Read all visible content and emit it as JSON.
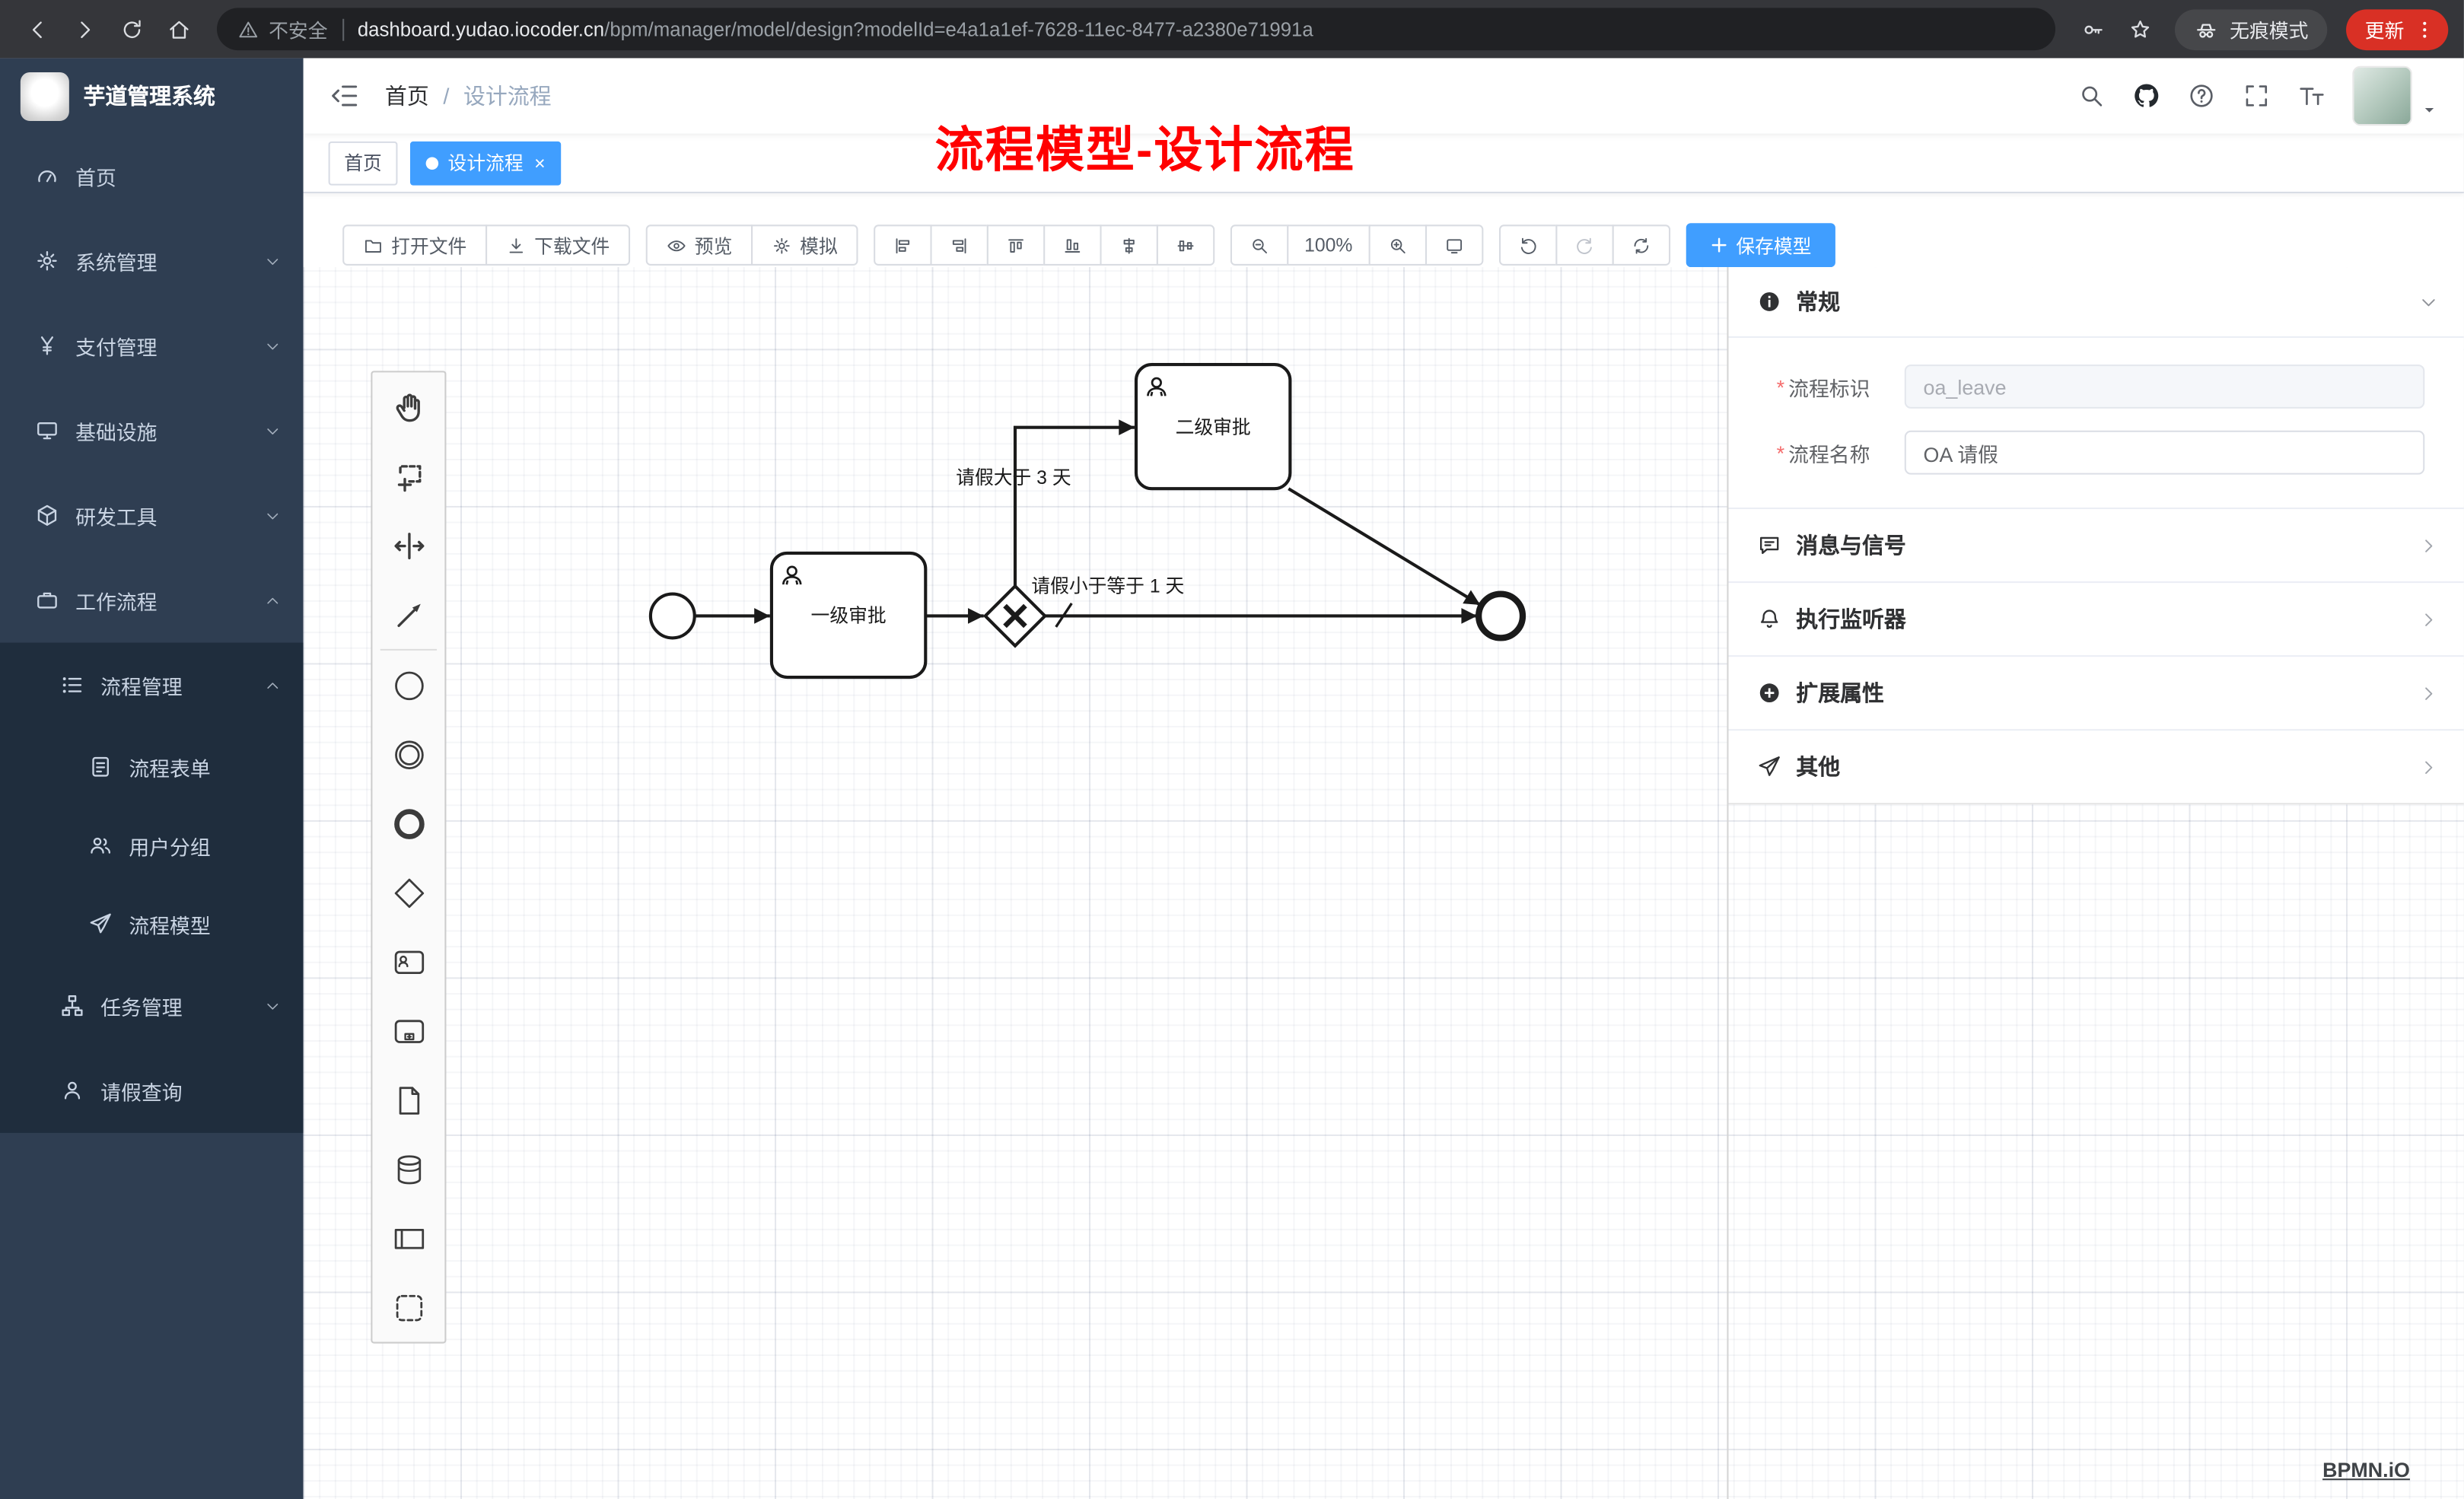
{
  "browser": {
    "security_label": "不安全",
    "url_domain": "dashboard.yudao.iocoder.cn",
    "url_path": "/bpm/manager/model/design?modelId=e4a1a1ef-7628-11ec-8477-a2380e71991a",
    "incognito_label": "无痕模式",
    "update_label": "更新"
  },
  "sidebar": {
    "app_title": "芋道管理系统",
    "menu": {
      "home": "首页",
      "system": "系统管理",
      "payment": "支付管理",
      "infra": "基础设施",
      "devtool": "研发工具",
      "workflow": "工作流程",
      "process_manage": "流程管理",
      "process_form": "流程表单",
      "user_group": "用户分组",
      "process_model": "流程模型",
      "task_manage": "任务管理",
      "leave_query": "请假查询"
    }
  },
  "header": {
    "breadcrumb": {
      "home": "首页",
      "current": "设计流程"
    }
  },
  "tabs": {
    "home": "首页",
    "active": "设计流程"
  },
  "annotation": {
    "title": "流程模型-设计流程"
  },
  "toolbar": {
    "open_file": "打开文件",
    "download_file": "下载文件",
    "preview": "预览",
    "simulate": "模拟",
    "zoom_level": "100%",
    "save_model": "保存模型"
  },
  "diagram": {
    "task_level1": "一级审批",
    "task_level2": "二级审批",
    "flow_gt3": "请假大于 3 天",
    "flow_lte1": "请假小于等于 1 天"
  },
  "panel": {
    "general_title": "常规",
    "process_key_label": "流程标识",
    "process_key_value": "oa_leave",
    "process_name_label": "流程名称",
    "process_name_value": "OA 请假",
    "sections": [
      "消息与信号",
      "执行监听器",
      "扩展属性",
      "其他"
    ]
  },
  "watermark": "BPMN.iO",
  "colors": {
    "primary": "#409eff",
    "annotation_red": "#ff0000",
    "update_chip": "#d93025",
    "sidebar_bg": "#2f3e52",
    "sidebar_submenu_bg": "#1f2d3d"
  }
}
